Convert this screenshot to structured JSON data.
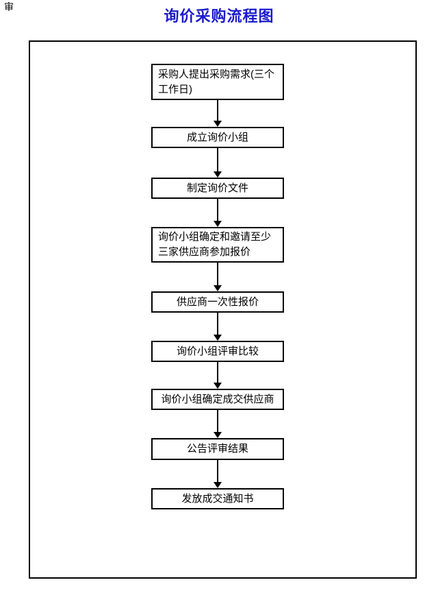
{
  "page": {
    "corner_mark": "审",
    "title": "询价采购流程图",
    "title_color": "#1a1acc",
    "border_color": "#000000",
    "background_color": "#ffffff"
  },
  "flowchart": {
    "steps": [
      {
        "label": "采购人提出采购需求(三个工作日)"
      },
      {
        "label": "成立询价小组"
      },
      {
        "label": "制定询价文件"
      },
      {
        "label": "询价小组确定和邀请至少三家供应商参加报价"
      },
      {
        "label": "供应商一次性报价"
      },
      {
        "label": "询价小组评审比较"
      },
      {
        "label": "询价小组确定成交供应商"
      },
      {
        "label": "公告评审结果"
      },
      {
        "label": "发放成交通知书"
      }
    ]
  }
}
